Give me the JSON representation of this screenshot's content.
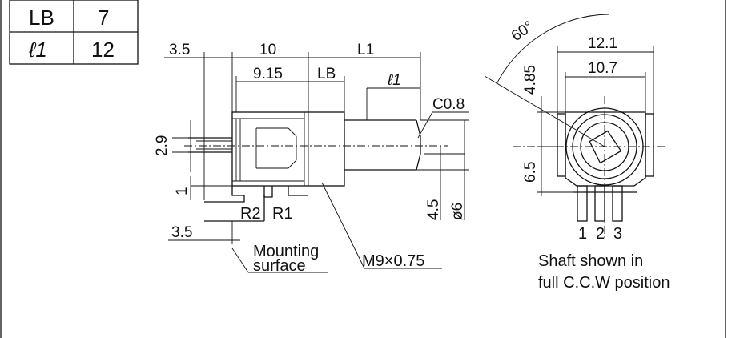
{
  "table": {
    "rows": [
      {
        "symbol": "LB",
        "value": "7"
      },
      {
        "symbol": "ℓ1",
        "value": "12"
      }
    ]
  },
  "side_view": {
    "dims": {
      "lead_offset": "3.5",
      "body_length": "10",
      "shaft_length": "L1",
      "inner_length": "9.15",
      "bushing_length": "LB",
      "knurl_length": "ℓ1",
      "chamfer": "C0.8",
      "pin_height": "2.9",
      "pin_gap": "1",
      "shaft_offset": "4.5",
      "shaft_diameter": "ø6",
      "bottom_offset": "3.5"
    },
    "labels": {
      "r2": "R2",
      "r1": "R1",
      "mounting_line1": "Mounting",
      "mounting_line2": "surface",
      "thread": "M9×0.75"
    }
  },
  "front_view": {
    "dims": {
      "angle": "60°",
      "outer_width": "12.1",
      "inner_width": "10.7",
      "top_height": "4.85",
      "lower_height": "6.5"
    },
    "pins": [
      "1",
      "2",
      "3"
    ],
    "caption_line1": "Shaft shown in",
    "caption_line2": "full C.C.W position"
  }
}
